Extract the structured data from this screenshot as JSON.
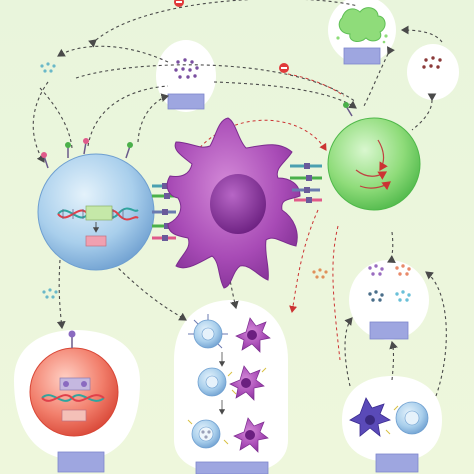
{
  "colors": {
    "background_top": "#e9f5dc",
    "background_bottom": "#eef7dc",
    "bubble_fill": "#ffffff",
    "label_box_fill": "#9ea6e0",
    "label_box_stroke": "#7d86cc",
    "blue_cell": "#9cc6e8",
    "purple_cell": "#a63fb7",
    "green_cell": "#7fd66f",
    "red_cell": "#ee6a5a",
    "dashed_arrow": "#4a4a4a",
    "inhibition_arrow": "#cc3333",
    "inhibitor_symbol": "#e03a3a",
    "dna_teal": "#2fa59e",
    "dna_red": "#e0404a",
    "pink_box": "#f0a0b0"
  },
  "cells": [
    {
      "id": "blue-cell",
      "color_key": "blue_cell"
    },
    {
      "id": "purple-dendritic-cell",
      "color_key": "purple_cell"
    },
    {
      "id": "green-cell",
      "color_key": "green_cell"
    },
    {
      "id": "red-cell",
      "color_key": "red_cell"
    }
  ],
  "bubbles": [
    {
      "id": "cytokine-bubble-top",
      "dots": "purple"
    },
    {
      "id": "green-dying-cell-bubble",
      "dots": "green"
    },
    {
      "id": "cytokine-bubble-right",
      "dots": "brown"
    },
    {
      "id": "cytokine-bubble-mid-right",
      "dots": "mixed"
    },
    {
      "id": "red-cell-bubble",
      "dots": "none"
    },
    {
      "id": "interaction-bubble-bottom-center",
      "dots": "none"
    },
    {
      "id": "interaction-bubble-bottom-right",
      "dots": "none"
    }
  ],
  "icons": [
    "dna-icon",
    "receptor-icon",
    "inhibitor-icon",
    "cytokine-dots-icon"
  ]
}
